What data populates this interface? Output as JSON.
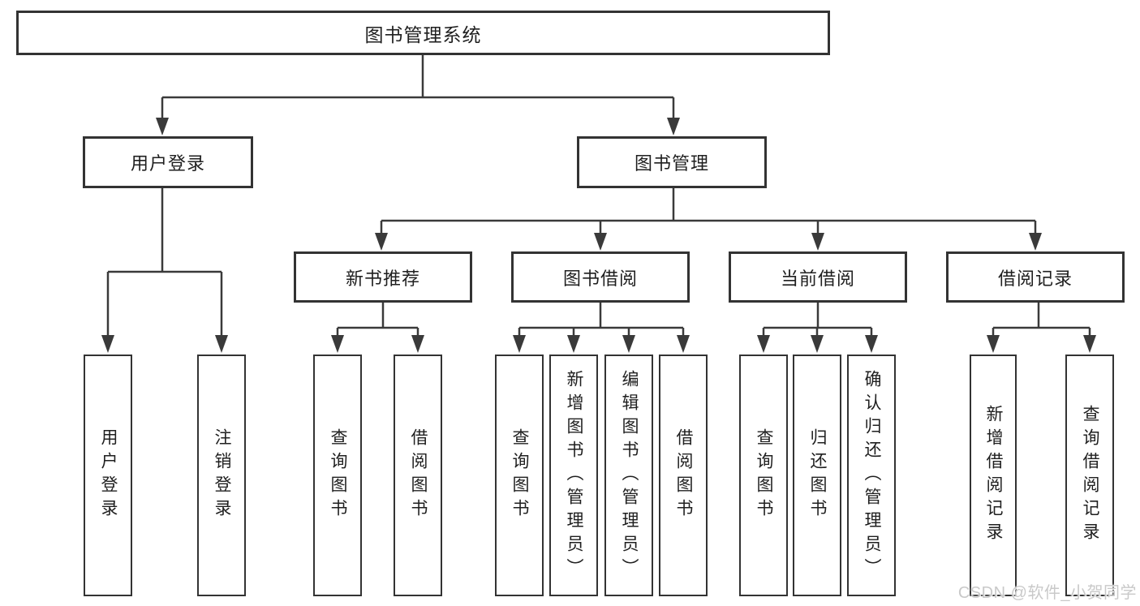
{
  "colors": {
    "line": "#3a3a3a",
    "box_border": "#333333",
    "text": "#1f1f1f",
    "watermark": "#c9c9c9",
    "background": "#ffffff"
  },
  "tree": {
    "root": "图书管理系统",
    "branches": [
      {
        "label": "用户登录",
        "children": [
          "用户登录",
          "注销登录"
        ]
      },
      {
        "label": "图书管理",
        "groups": [
          {
            "label": "新书推荐",
            "children": [
              "查询图书",
              "借阅图书"
            ]
          },
          {
            "label": "图书借阅",
            "children": [
              "查询图书",
              "新增图书（管理员）",
              "编辑图书（管理员）",
              "借阅图书"
            ]
          },
          {
            "label": "当前借阅",
            "children": [
              "查询图书",
              "归还图书",
              "确认归还（管理员）"
            ]
          },
          {
            "label": "借阅记录",
            "children": [
              "新增借阅记录",
              "查询借阅记录"
            ]
          }
        ]
      }
    ]
  },
  "watermark": {
    "text": "CSDN @软件_小贺同学"
  }
}
